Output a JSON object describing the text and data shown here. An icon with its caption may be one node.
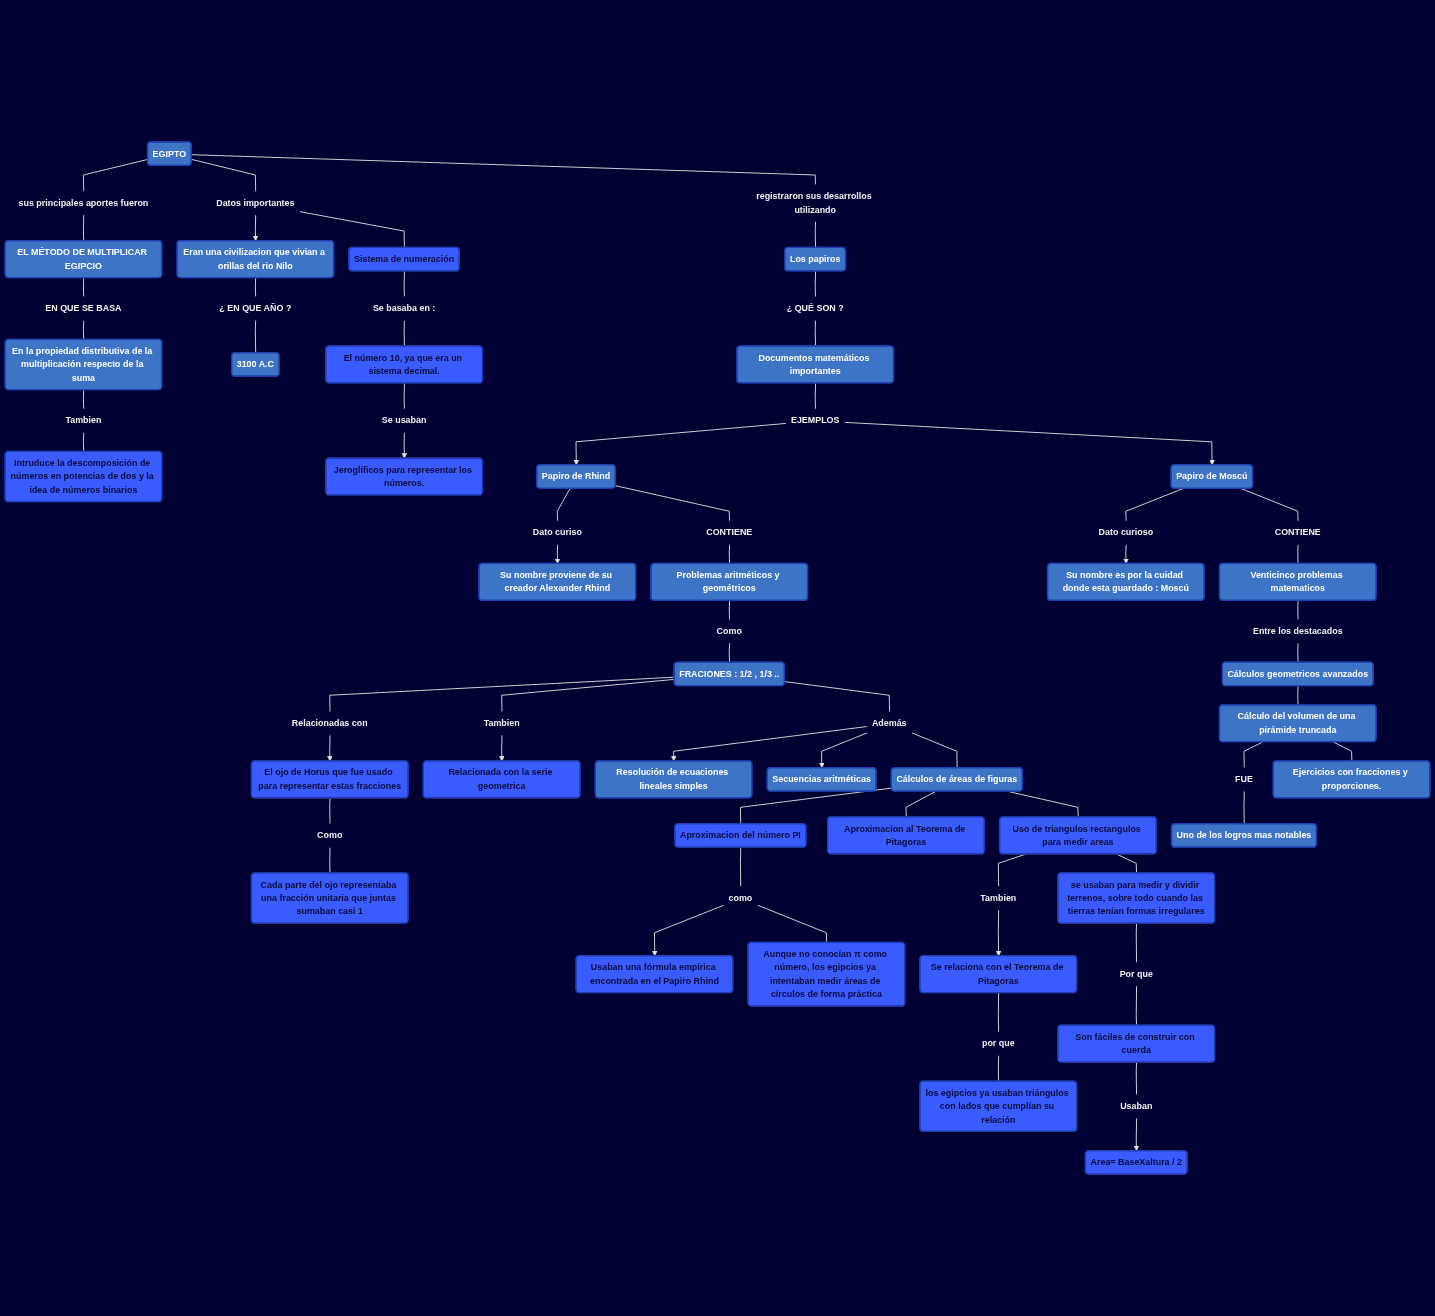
{
  "diagram": {
    "nodes": [
      {
        "text": [
          "sus principales aportes fueron"
        ]
      },
      {
        "text": [
          "EGIPTO"
        ]
      },
      {
        "text": [
          "Datos importantes"
        ]
      },
      {
        "text": [
          "Eran una civilizacion que vivian a orillas del rio Nilo"
        ]
      },
      {
        "text": [
          "EL MÉTODO DE MULTIPLICAR EGIPCIO"
        ]
      },
      {
        "text": [
          "¿ EN QUE AÑO ?"
        ]
      },
      {
        "text": [
          "registraron sus desarrollos utilizando"
        ]
      },
      {
        "text": [
          "3100 A.C"
        ]
      },
      {
        "text": [
          "EN QUE SE BASA"
        ]
      },
      {
        "text": [
          "Los papiros"
        ]
      },
      {
        "text": [
          "Sistema de numeración"
        ]
      },
      {
        "text": [
          "Jeroglíficos para representar los números."
        ]
      },
      {
        "text": [
          "En la propiedad distributiva de la multiplicación respecto de la suma"
        ]
      },
      {
        "text": [
          "¿ QUÉ SON ?"
        ]
      },
      {
        "text": [
          "Se basaba en :"
        ]
      },
      {
        "text": [
          "Se usaban"
        ]
      },
      {
        "text": [
          "Tambien"
        ]
      },
      {
        "text": [
          "Documentos matemáticos importantes"
        ]
      },
      {
        "text": [
          "El número 10, ya que era un sistema decimal."
        ]
      },
      {
        "text": [
          "Intruduce la descomposición de números en potencias de dos y la idea de números binarios"
        ]
      },
      {
        "text": [
          "Su nombre proviene de su creador Alexander Rhind"
        ]
      },
      {
        "text": [
          "Dato curiso"
        ]
      },
      {
        "text": [
          "Papiro de Rhind"
        ]
      },
      {
        "text": [
          "EJEMPLOS"
        ]
      },
      {
        "text": [
          "Papiro de Moscú"
        ]
      },
      {
        "text": [
          "Dato curioso"
        ]
      },
      {
        "text": [
          "Su nombre es por la cuidad donde esta guardado : Moscú"
        ]
      },
      {
        "text": [
          "CONTIENE"
        ]
      },
      {
        "text": [
          "CONTIENE"
        ]
      },
      {
        "text": [
          "Relacionada con la serie geometrica"
        ]
      },
      {
        "text": [
          "Problemas aritméticos y geométricos"
        ]
      },
      {
        "text": [
          "El ojo de Horus que fue usado para representar estas fracciones"
        ]
      },
      {
        "text": [
          "Venticinco problemas matematicos"
        ]
      },
      {
        "text": [
          "Como"
        ]
      },
      {
        "text": [
          "Relacionadas con"
        ]
      },
      {
        "text": [
          "Entre los destacados"
        ]
      },
      {
        "text": [
          "Como"
        ]
      },
      {
        "text": [
          "Tambien"
        ]
      },
      {
        "text": [
          "FRACIONES : 1/2 , 1/3 .."
        ]
      },
      {
        "text": [
          "Cálculos geometricos avanzados"
        ]
      },
      {
        "text": [
          "Cada parte del ojo representaba una fracción unitaria que juntas sumaban casi 1"
        ]
      },
      {
        "text": [
          "Resolución de ecuaciones lineales simples"
        ]
      },
      {
        "text": [
          "Además"
        ]
      },
      {
        "text": [
          "Secuencias aritméticas"
        ]
      },
      {
        "text": [
          "Cálculo del volumen de una pirámide truncada"
        ]
      },
      {
        "text": [
          "Cálculos de áreas de figuras"
        ]
      },
      {
        "text": [
          "FUE"
        ]
      },
      {
        "text": [
          "Uno de los logros mas notables"
        ]
      },
      {
        "text": [
          "Aproximacion al Teorema de Pitagoras"
        ]
      },
      {
        "text": [
          "Aproximacion del número PI"
        ]
      },
      {
        "text": [
          "Ejercicios con fracciones y proporciones."
        ]
      },
      {
        "text": [
          "como"
        ]
      },
      {
        "text": [
          "Usaban una fórmula empírica encontrada en el Papiro Rhind"
        ]
      },
      {
        "text": [
          "Uso de triangulos rectangulos para medir areas"
        ]
      },
      {
        "text": [
          "Tambien"
        ]
      },
      {
        "text": [
          "Se relaciona con el Teorema de Pitagoras"
        ]
      },
      {
        "text": [
          "Aunque no conocían π como número, los egipcios ya intentaban medir áreas de círculos de forma práctica"
        ]
      },
      {
        "text": [
          "por que"
        ]
      },
      {
        "text": [
          "se usaban para medir y dividir terrenos, sobre todo cuando las tierras tenían formas irregulares"
        ]
      },
      {
        "text": [
          "los egipcios ya usaban triángulos con lados que cumplían su relación"
        ]
      },
      {
        "text": [
          "Area= BaseXaltura / 2"
        ]
      },
      {
        "text": [
          "Por que"
        ]
      },
      {
        "text": [
          "Usaban"
        ]
      },
      {
        "text": [
          "Son fáciles de construir con cuerda"
        ]
      }
    ],
    "edges": [
      {
        "from": 1,
        "to": 0,
        "arrow": "none"
      },
      {
        "from": 0,
        "to": 4,
        "arrow": "none"
      },
      {
        "from": 1,
        "to": 2,
        "arrow": "none"
      },
      {
        "from": 2,
        "to": 3,
        "arrow": "to"
      },
      {
        "from": 2,
        "to": 10,
        "arrow": "none"
      },
      {
        "from": 3,
        "to": 5,
        "arrow": "none"
      },
      {
        "from": 5,
        "to": 7,
        "arrow": "none"
      },
      {
        "from": 1,
        "to": 6,
        "arrow": "none"
      },
      {
        "from": 6,
        "to": 9,
        "arrow": "none"
      },
      {
        "from": 4,
        "to": 8,
        "arrow": "none"
      },
      {
        "from": 8,
        "to": 12,
        "arrow": "none"
      },
      {
        "from": 12,
        "to": 16,
        "arrow": "none"
      },
      {
        "from": 16,
        "to": 19,
        "arrow": "none"
      },
      {
        "from": 9,
        "to": 13,
        "arrow": "none"
      },
      {
        "from": 13,
        "to": 17,
        "arrow": "none"
      },
      {
        "from": 10,
        "to": 14,
        "arrow": "none"
      },
      {
        "from": 14,
        "to": 18,
        "arrow": "none"
      },
      {
        "from": 18,
        "to": 15,
        "arrow": "none"
      },
      {
        "from": 15,
        "to": 11,
        "arrow": "to"
      },
      {
        "from": 17,
        "to": 23,
        "arrow": "none"
      },
      {
        "from": 23,
        "to": 22,
        "arrow": "to"
      },
      {
        "from": 23,
        "to": 24,
        "arrow": "to"
      },
      {
        "from": 22,
        "to": 21,
        "arrow": "none"
      },
      {
        "from": 21,
        "to": 20,
        "arrow": "to"
      },
      {
        "from": 24,
        "to": 25,
        "arrow": "none"
      },
      {
        "from": 25,
        "to": 26,
        "arrow": "to"
      },
      {
        "from": 22,
        "to": 27,
        "arrow": "none"
      },
      {
        "from": 27,
        "to": 30,
        "arrow": "none"
      },
      {
        "from": 24,
        "to": 28,
        "arrow": "none"
      },
      {
        "from": 28,
        "to": 32,
        "arrow": "none"
      },
      {
        "from": 30,
        "to": 33,
        "arrow": "none"
      },
      {
        "from": 33,
        "to": 38,
        "arrow": "none"
      },
      {
        "from": 38,
        "to": 34,
        "arrow": "none"
      },
      {
        "from": 34,
        "to": 31,
        "arrow": "to"
      },
      {
        "from": 38,
        "to": 37,
        "arrow": "none"
      },
      {
        "from": 37,
        "to": 29,
        "arrow": "to"
      },
      {
        "from": 31,
        "to": 36,
        "arrow": "none"
      },
      {
        "from": 36,
        "to": 40,
        "arrow": "none"
      },
      {
        "from": 32,
        "to": 35,
        "arrow": "none"
      },
      {
        "from": 35,
        "to": 39,
        "arrow": "none"
      },
      {
        "from": 38,
        "to": 42,
        "arrow": "none"
      },
      {
        "from": 42,
        "to": 41,
        "arrow": "to"
      },
      {
        "from": 42,
        "to": 43,
        "arrow": "to"
      },
      {
        "from": 42,
        "to": 45,
        "arrow": "none"
      },
      {
        "from": 39,
        "to": 44,
        "arrow": "none"
      },
      {
        "from": 44,
        "to": 46,
        "arrow": "none"
      },
      {
        "from": 46,
        "to": 47,
        "arrow": "none"
      },
      {
        "from": 44,
        "to": 50,
        "arrow": "none"
      },
      {
        "from": 45,
        "to": 49,
        "arrow": "none"
      },
      {
        "from": 45,
        "to": 48,
        "arrow": "none"
      },
      {
        "from": 45,
        "to": 53,
        "arrow": "none"
      },
      {
        "from": 49,
        "to": 51,
        "arrow": "none"
      },
      {
        "from": 51,
        "to": 52,
        "arrow": "to"
      },
      {
        "from": 51,
        "to": 56,
        "arrow": "none"
      },
      {
        "from": 53,
        "to": 54,
        "arrow": "none"
      },
      {
        "from": 54,
        "to": 55,
        "arrow": "to"
      },
      {
        "from": 53,
        "to": 58,
        "arrow": "none"
      },
      {
        "from": 55,
        "to": 57,
        "arrow": "none"
      },
      {
        "from": 57,
        "to": 59,
        "arrow": "none"
      },
      {
        "from": 58,
        "to": 61,
        "arrow": "none"
      },
      {
        "from": 61,
        "to": 63,
        "arrow": "none"
      },
      {
        "from": 63,
        "to": 62,
        "arrow": "none"
      },
      {
        "from": 62,
        "to": 60,
        "arrow": "to"
      }
    ]
  }
}
